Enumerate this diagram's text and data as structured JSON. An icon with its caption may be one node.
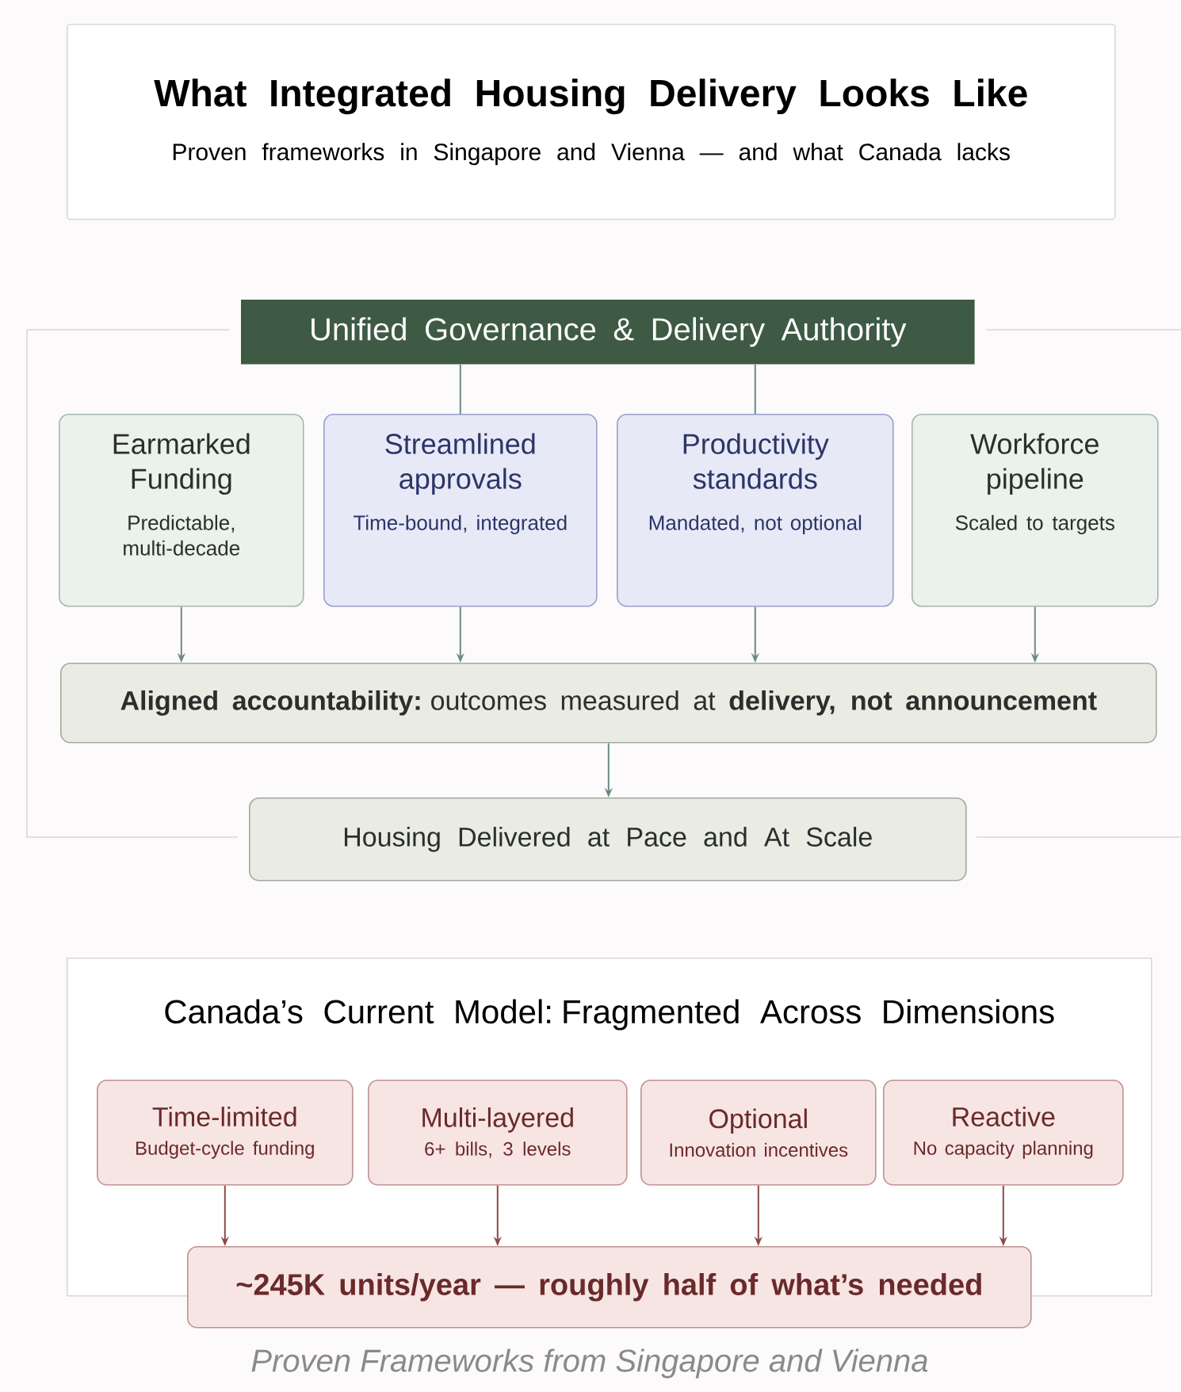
{
  "diagram": {
    "caption": "Proven Frameworks from Singapore and Vienna",
    "nodes": [
      {
        "text": [
          "What Integrated Housing Delivery Looks Like",
          "Proven frameworks in Singapore and Vienna — and what Canada lacks"
        ]
      },
      {
        "text": [
          "Unified Governance & Delivery Authority"
        ]
      },
      {
        "text": [
          "Earmarked Funding",
          "Predictable, multi-decade"
        ]
      },
      {
        "text": [
          "Streamlined approvals",
          "Time-bound, integrated"
        ]
      },
      {
        "text": [
          "Productivity standards",
          "Mandated, not optional"
        ]
      },
      {
        "text": [
          "Workforce pipeline",
          "Scaled to targets"
        ]
      },
      {
        "text": [
          "**Aligned accountability:** outcomes measured at **delivery, not announcement**"
        ]
      },
      {
        "text": [
          "Housing Delivered at Pace and At Scale"
        ]
      },
      {
        "text": [
          "Canada’s Current Model: Fragmented Across Dimensions"
        ]
      },
      {
        "text": [
          "Time-limited",
          "Budget-cycle funding"
        ],
        "in": 8
      },
      {
        "text": [
          "Multi-layered",
          "6+ bills, 3 levels"
        ],
        "in": 8
      },
      {
        "text": [
          "Optional",
          "Innovation incentives"
        ],
        "in": 8
      },
      {
        "text": [
          "Reactive",
          "No capacity planning"
        ],
        "in": 8
      },
      {
        "text": [
          "~245K units/year — roughly half of what’s needed"
        ]
      }
    ],
    "edges": [
      {
        "from": 1,
        "to": 3,
        "arrow": "none"
      },
      {
        "from": 1,
        "to": 4,
        "arrow": "none"
      },
      {
        "from": 2,
        "to": 6,
        "arrow": "to"
      },
      {
        "from": 3,
        "to": 6,
        "arrow": "to"
      },
      {
        "from": 4,
        "to": 6,
        "arrow": "to"
      },
      {
        "from": 5,
        "to": 6,
        "arrow": "to"
      },
      {
        "from": 6,
        "to": 7,
        "arrow": "to"
      },
      {
        "from": 9,
        "to": 13,
        "arrow": "to"
      },
      {
        "from": 10,
        "to": 13,
        "arrow": "to"
      },
      {
        "from": 11,
        "to": 13,
        "arrow": "to"
      },
      {
        "from": 12,
        "to": 13,
        "arrow": "to"
      }
    ]
  }
}
